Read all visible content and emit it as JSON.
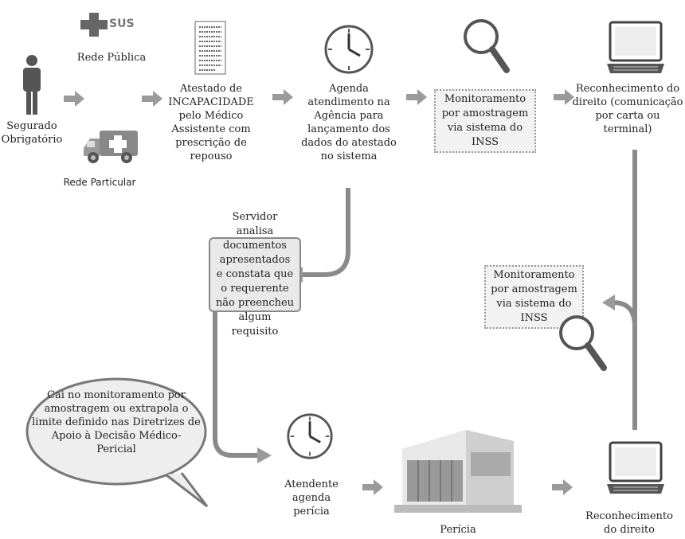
{
  "logos": {
    "sus": "SUS"
  },
  "labels": {
    "segurado": "Segurado Obrigatório",
    "rede_publica": "Rede Pública",
    "rede_particular": "Rede Particular",
    "atestado": "Atestado de INCAPACIDADE pelo Médico Assistente com prescrição de repouso",
    "agenda": "Agenda atendimento na Agência para lançamento dos dados do atestado no sistema",
    "monitoramento_top": "Monitoramento por amostragem via sistema do INSS",
    "reconhecimento_top": "Reconhecimento do direito (comunicação por carta ou terminal)",
    "servidor": "Servidor analisa documentos apresentados e constata que o requerente não preencheu  algum requisito",
    "monitoramento_mid": "Monitoramento por amostragem via sistema do INSS",
    "speech": "Cai no monitoramento por amostragem ou extrapola o limite definido nas Diretrizes de Apoio à Decisão Médico-Pericial",
    "atendente": "Atendente agenda perícia",
    "pericia": "Perícia",
    "reconhecimento_bottom": "Reconhecimento do direito"
  },
  "icons": [
    "person-icon",
    "sus-cross-icon",
    "ambulance-icon",
    "document-icon",
    "clock-icon",
    "magnifier-icon",
    "computer-icon",
    "building-icon"
  ],
  "colors": {
    "arrow": "#9a9a9a",
    "box_fill": "#e9e9e9",
    "box_border": "#888888"
  }
}
